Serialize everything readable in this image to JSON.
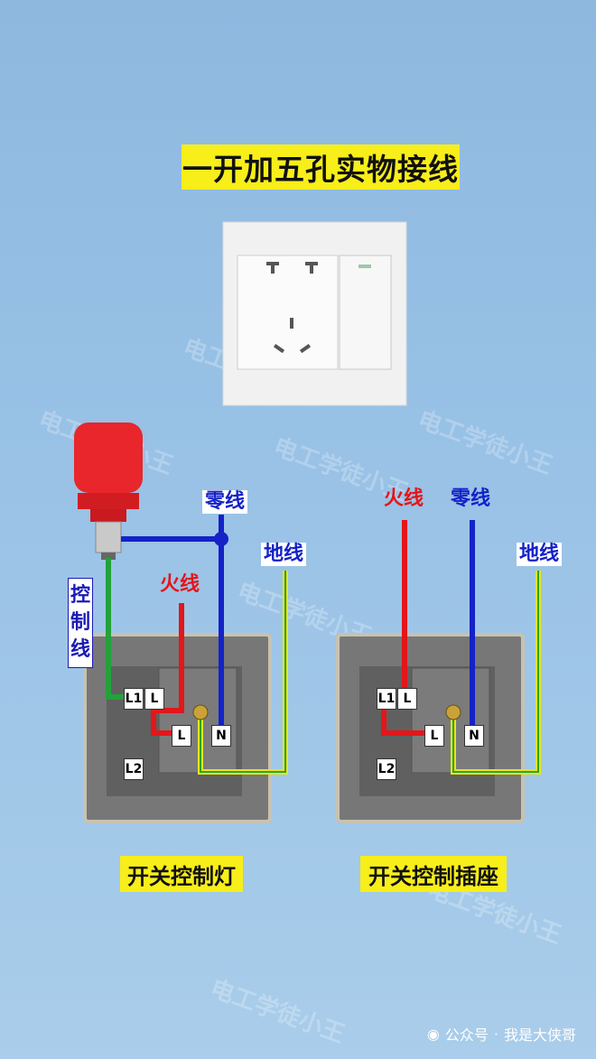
{
  "title": "一开加五孔实物接线",
  "labels": {
    "neutral": "零线",
    "live": "火线",
    "ground": "地线",
    "control": [
      "控",
      "制",
      "线"
    ]
  },
  "terminals": {
    "l1": "L1",
    "l": "L",
    "l2": "L2",
    "n": "N"
  },
  "captions": {
    "left": "开关控制灯",
    "right": "开关控制插座"
  },
  "watermark": "电工学徒小王",
  "footer": {
    "channel": "公众号",
    "separator": "·",
    "author": "我是大侠哥"
  },
  "colors": {
    "live": "#e3161a",
    "neutral": "#1422c8",
    "ground_yellow": "#e7e51c",
    "ground_green": "#2aa52a",
    "control": "#23a23a",
    "highlight": "#f7ee1a"
  }
}
